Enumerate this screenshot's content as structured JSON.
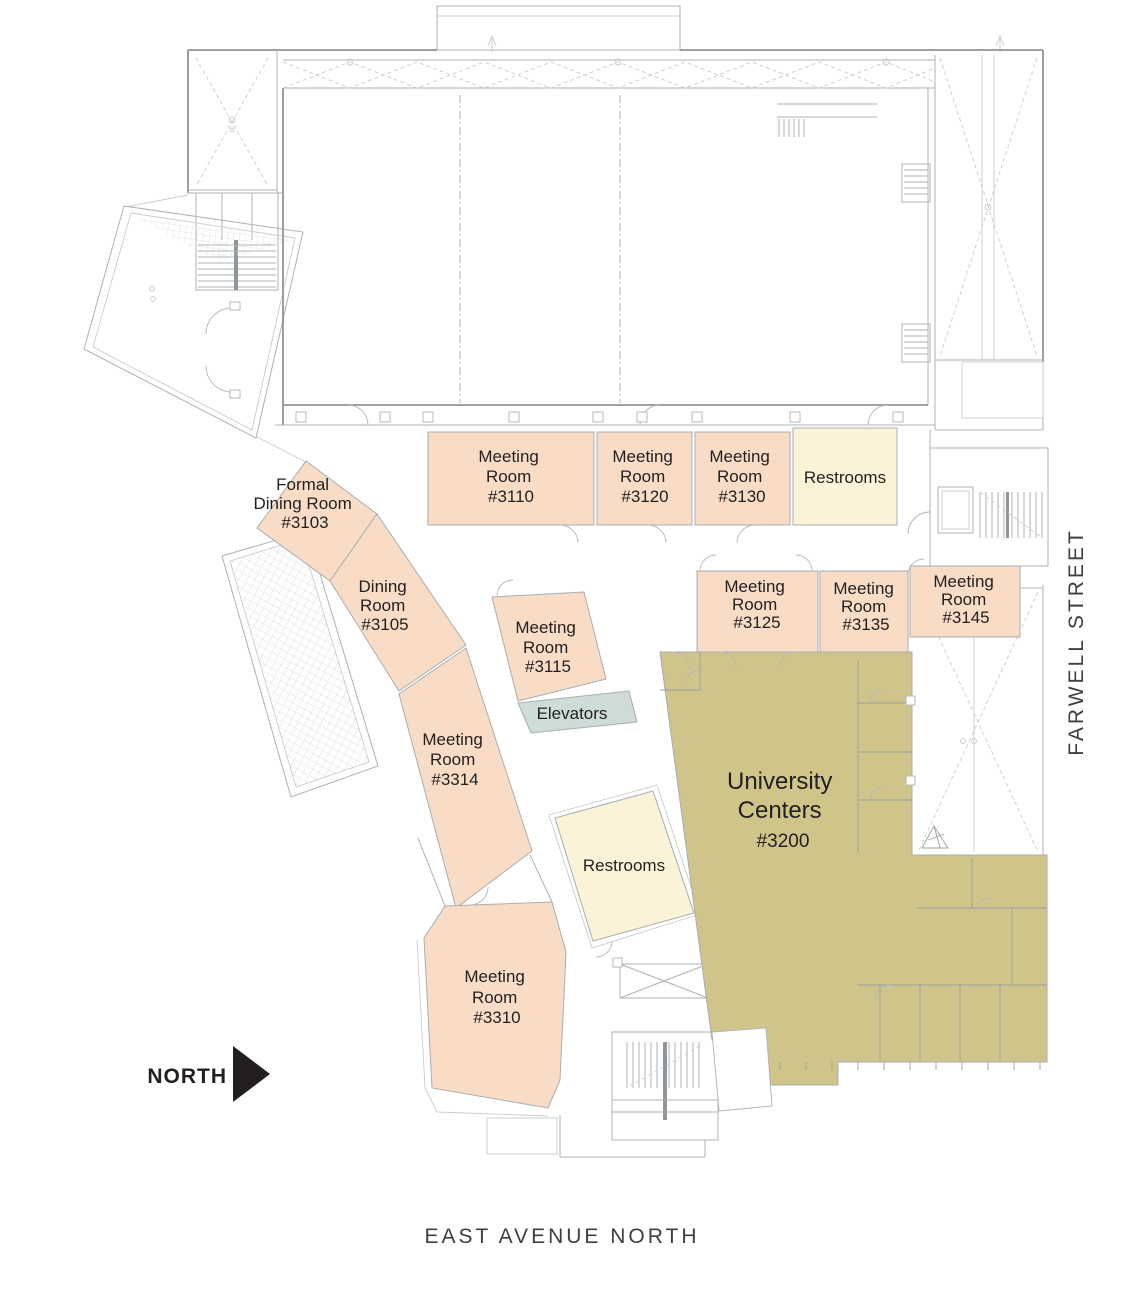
{
  "streets": {
    "bottom": "EAST AVENUE NORTH",
    "right": "FARWELL STREET"
  },
  "compass": {
    "label": "NORTH"
  },
  "colors": {
    "meeting_room": "#f8dcc6",
    "restrooms": "#fbf3d8",
    "elevators": "#cddcd9",
    "university_centers": "#cfc58b",
    "text": "#231f20",
    "street_text": "#3f3f3f"
  },
  "rooms": [
    {
      "id": "meeting-room-3110",
      "lines": [
        "Meeting",
        "Room",
        "#3110"
      ]
    },
    {
      "id": "meeting-room-3120",
      "lines": [
        "Meeting",
        "Room",
        "#3120"
      ]
    },
    {
      "id": "meeting-room-3130",
      "lines": [
        "Meeting",
        "Room",
        "#3130"
      ]
    },
    {
      "id": "restrooms-north",
      "lines": [
        "Restrooms"
      ]
    },
    {
      "id": "formal-dining-room-3103",
      "lines": [
        "Formal",
        "Dining Room",
        "#3103"
      ]
    },
    {
      "id": "dining-room-3105",
      "lines": [
        "Dining",
        "Room",
        "#3105"
      ]
    },
    {
      "id": "meeting-room-3115",
      "lines": [
        "Meeting",
        "Room",
        "#3115"
      ]
    },
    {
      "id": "elevators",
      "lines": [
        "Elevators"
      ]
    },
    {
      "id": "meeting-room-3125",
      "lines": [
        "Meeting",
        "Room",
        "#3125"
      ]
    },
    {
      "id": "meeting-room-3135",
      "lines": [
        "Meeting",
        "Room",
        "#3135"
      ]
    },
    {
      "id": "meeting-room-3145",
      "lines": [
        "Meeting",
        "Room",
        "#3145"
      ]
    },
    {
      "id": "meeting-room-3314",
      "lines": [
        "Meeting",
        "Room",
        "#3314"
      ]
    },
    {
      "id": "university-centers-3200",
      "lines": [
        "University",
        "Centers",
        "#3200"
      ]
    },
    {
      "id": "restrooms-central",
      "lines": [
        "Restrooms"
      ]
    },
    {
      "id": "meeting-room-3310",
      "lines": [
        "Meeting",
        "Room",
        "#3310"
      ]
    }
  ]
}
